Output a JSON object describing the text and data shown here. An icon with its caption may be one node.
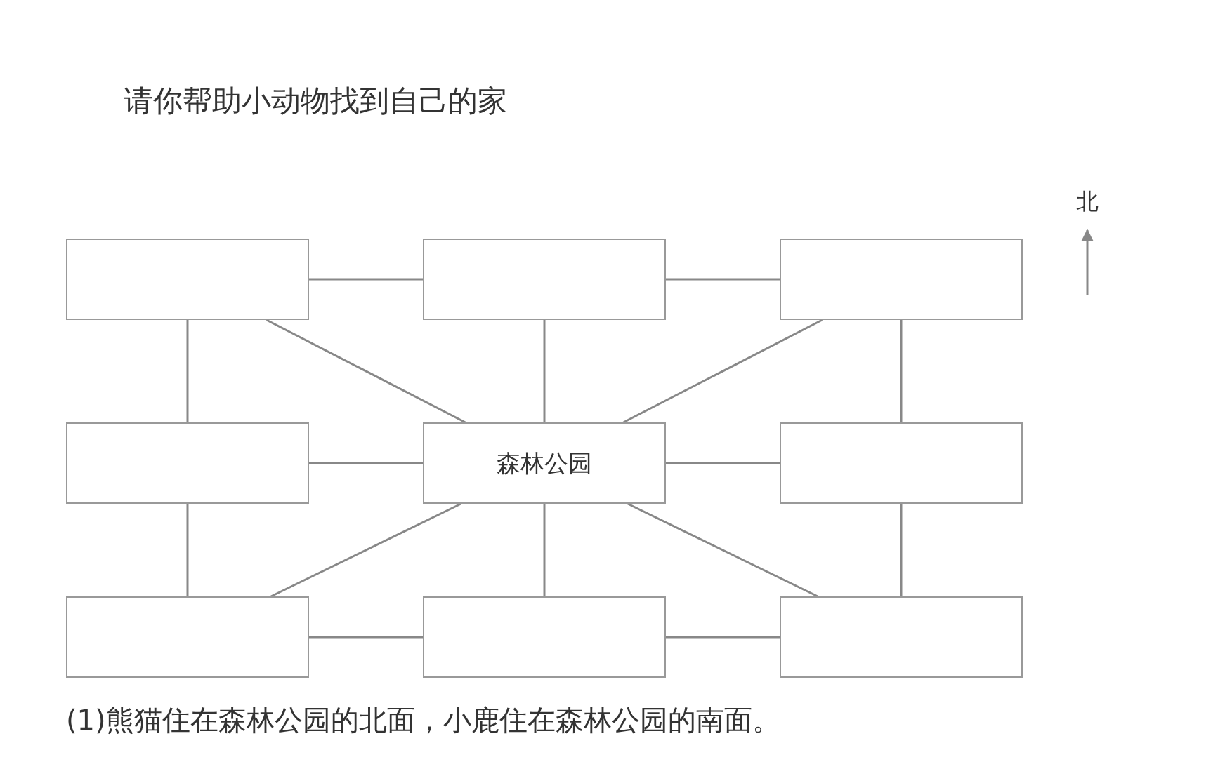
{
  "diagram": {
    "title": "请你帮助小动物找到自己的家",
    "nodes": [
      {
        "text": [],
        "shape": "box"
      },
      {
        "text": [],
        "shape": "box"
      },
      {
        "text": [],
        "shape": "box"
      },
      {
        "text": [],
        "shape": "box"
      },
      {
        "text": [
          "森林公园"
        ]
      },
      {
        "text": [],
        "shape": "box"
      },
      {
        "text": [],
        "shape": "box"
      },
      {
        "text": [],
        "shape": "box"
      },
      {
        "text": [],
        "shape": "box"
      }
    ],
    "edges": [
      {
        "from": 0,
        "to": 1,
        "arrow": "none"
      },
      {
        "from": 1,
        "to": 2,
        "arrow": "none"
      },
      {
        "from": 0,
        "to": 3,
        "arrow": "none"
      },
      {
        "from": 2,
        "to": 5,
        "arrow": "none"
      },
      {
        "from": 3,
        "to": 6,
        "arrow": "none"
      },
      {
        "from": 5,
        "to": 8,
        "arrow": "none"
      },
      {
        "from": 6,
        "to": 7,
        "arrow": "none"
      },
      {
        "from": 7,
        "to": 8,
        "arrow": "none"
      },
      {
        "from": 4,
        "to": 0,
        "arrow": "none"
      },
      {
        "from": 4,
        "to": 1,
        "arrow": "none"
      },
      {
        "from": 4,
        "to": 2,
        "arrow": "none"
      },
      {
        "from": 4,
        "to": 3,
        "arrow": "none"
      },
      {
        "from": 4,
        "to": 5,
        "arrow": "none"
      },
      {
        "from": 4,
        "to": 6,
        "arrow": "none"
      },
      {
        "from": 4,
        "to": 7,
        "arrow": "none"
      },
      {
        "from": 4,
        "to": 8,
        "arrow": "none"
      }
    ],
    "labels": [
      "北",
      "(1)熊猫住在森林公园的北面，小鹿住在森林公园的南面。"
    ]
  }
}
